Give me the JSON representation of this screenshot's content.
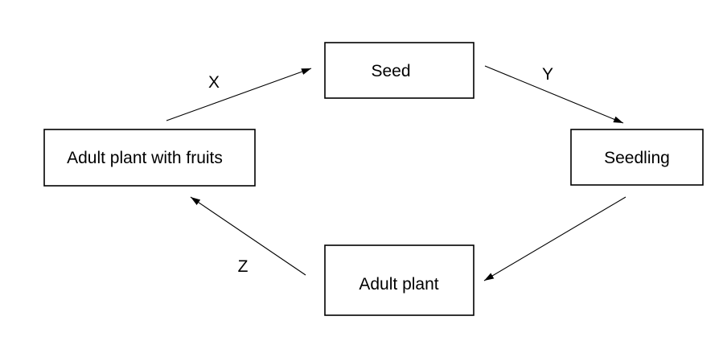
{
  "diagram": {
    "nodes": {
      "seed": "Seed",
      "seedling": "Seedling",
      "adult_plant": "Adult plant",
      "adult_plant_fruits": "Adult plant with fruits"
    },
    "edges": {
      "fruits_to_seed": "X",
      "seed_to_seedling": "Y",
      "adult_to_fruits": "Z"
    },
    "colors": {
      "stroke": "#000000",
      "background": "#ffffff"
    }
  }
}
